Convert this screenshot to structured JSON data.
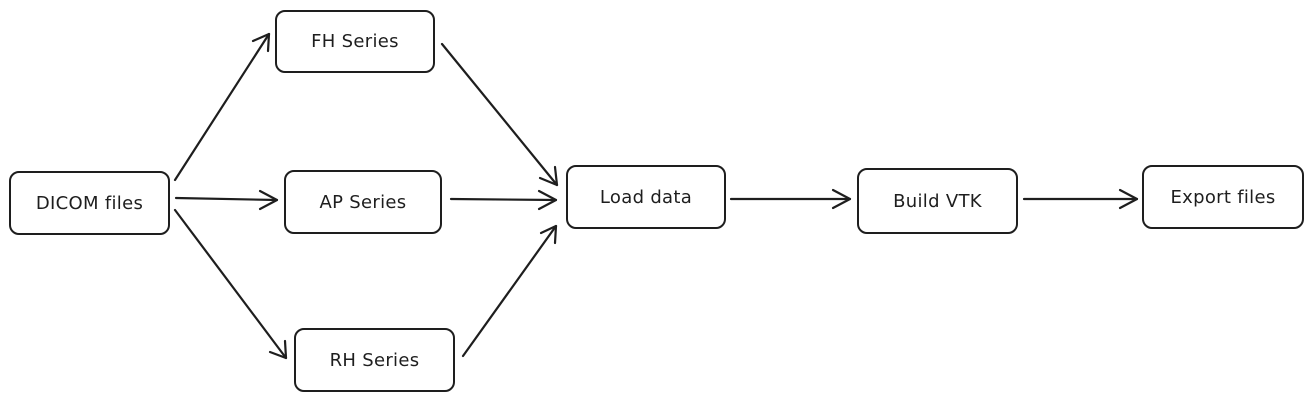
{
  "diagram": {
    "nodes": {
      "dicom": {
        "label": "DICOM files"
      },
      "fh": {
        "label": "FH Series"
      },
      "ap": {
        "label": "AP Series"
      },
      "rh": {
        "label": "RH Series"
      },
      "load": {
        "label": "Load data"
      },
      "build": {
        "label": "Build VTK"
      },
      "export": {
        "label": "Export files"
      }
    },
    "edges": [
      {
        "from": "dicom",
        "to": "fh"
      },
      {
        "from": "dicom",
        "to": "ap"
      },
      {
        "from": "dicom",
        "to": "rh"
      },
      {
        "from": "fh",
        "to": "load"
      },
      {
        "from": "ap",
        "to": "load"
      },
      {
        "from": "rh",
        "to": "load"
      },
      {
        "from": "load",
        "to": "build"
      },
      {
        "from": "build",
        "to": "export"
      }
    ],
    "colors": {
      "stroke": "#1e1e1e",
      "background": "#ffffff"
    }
  }
}
